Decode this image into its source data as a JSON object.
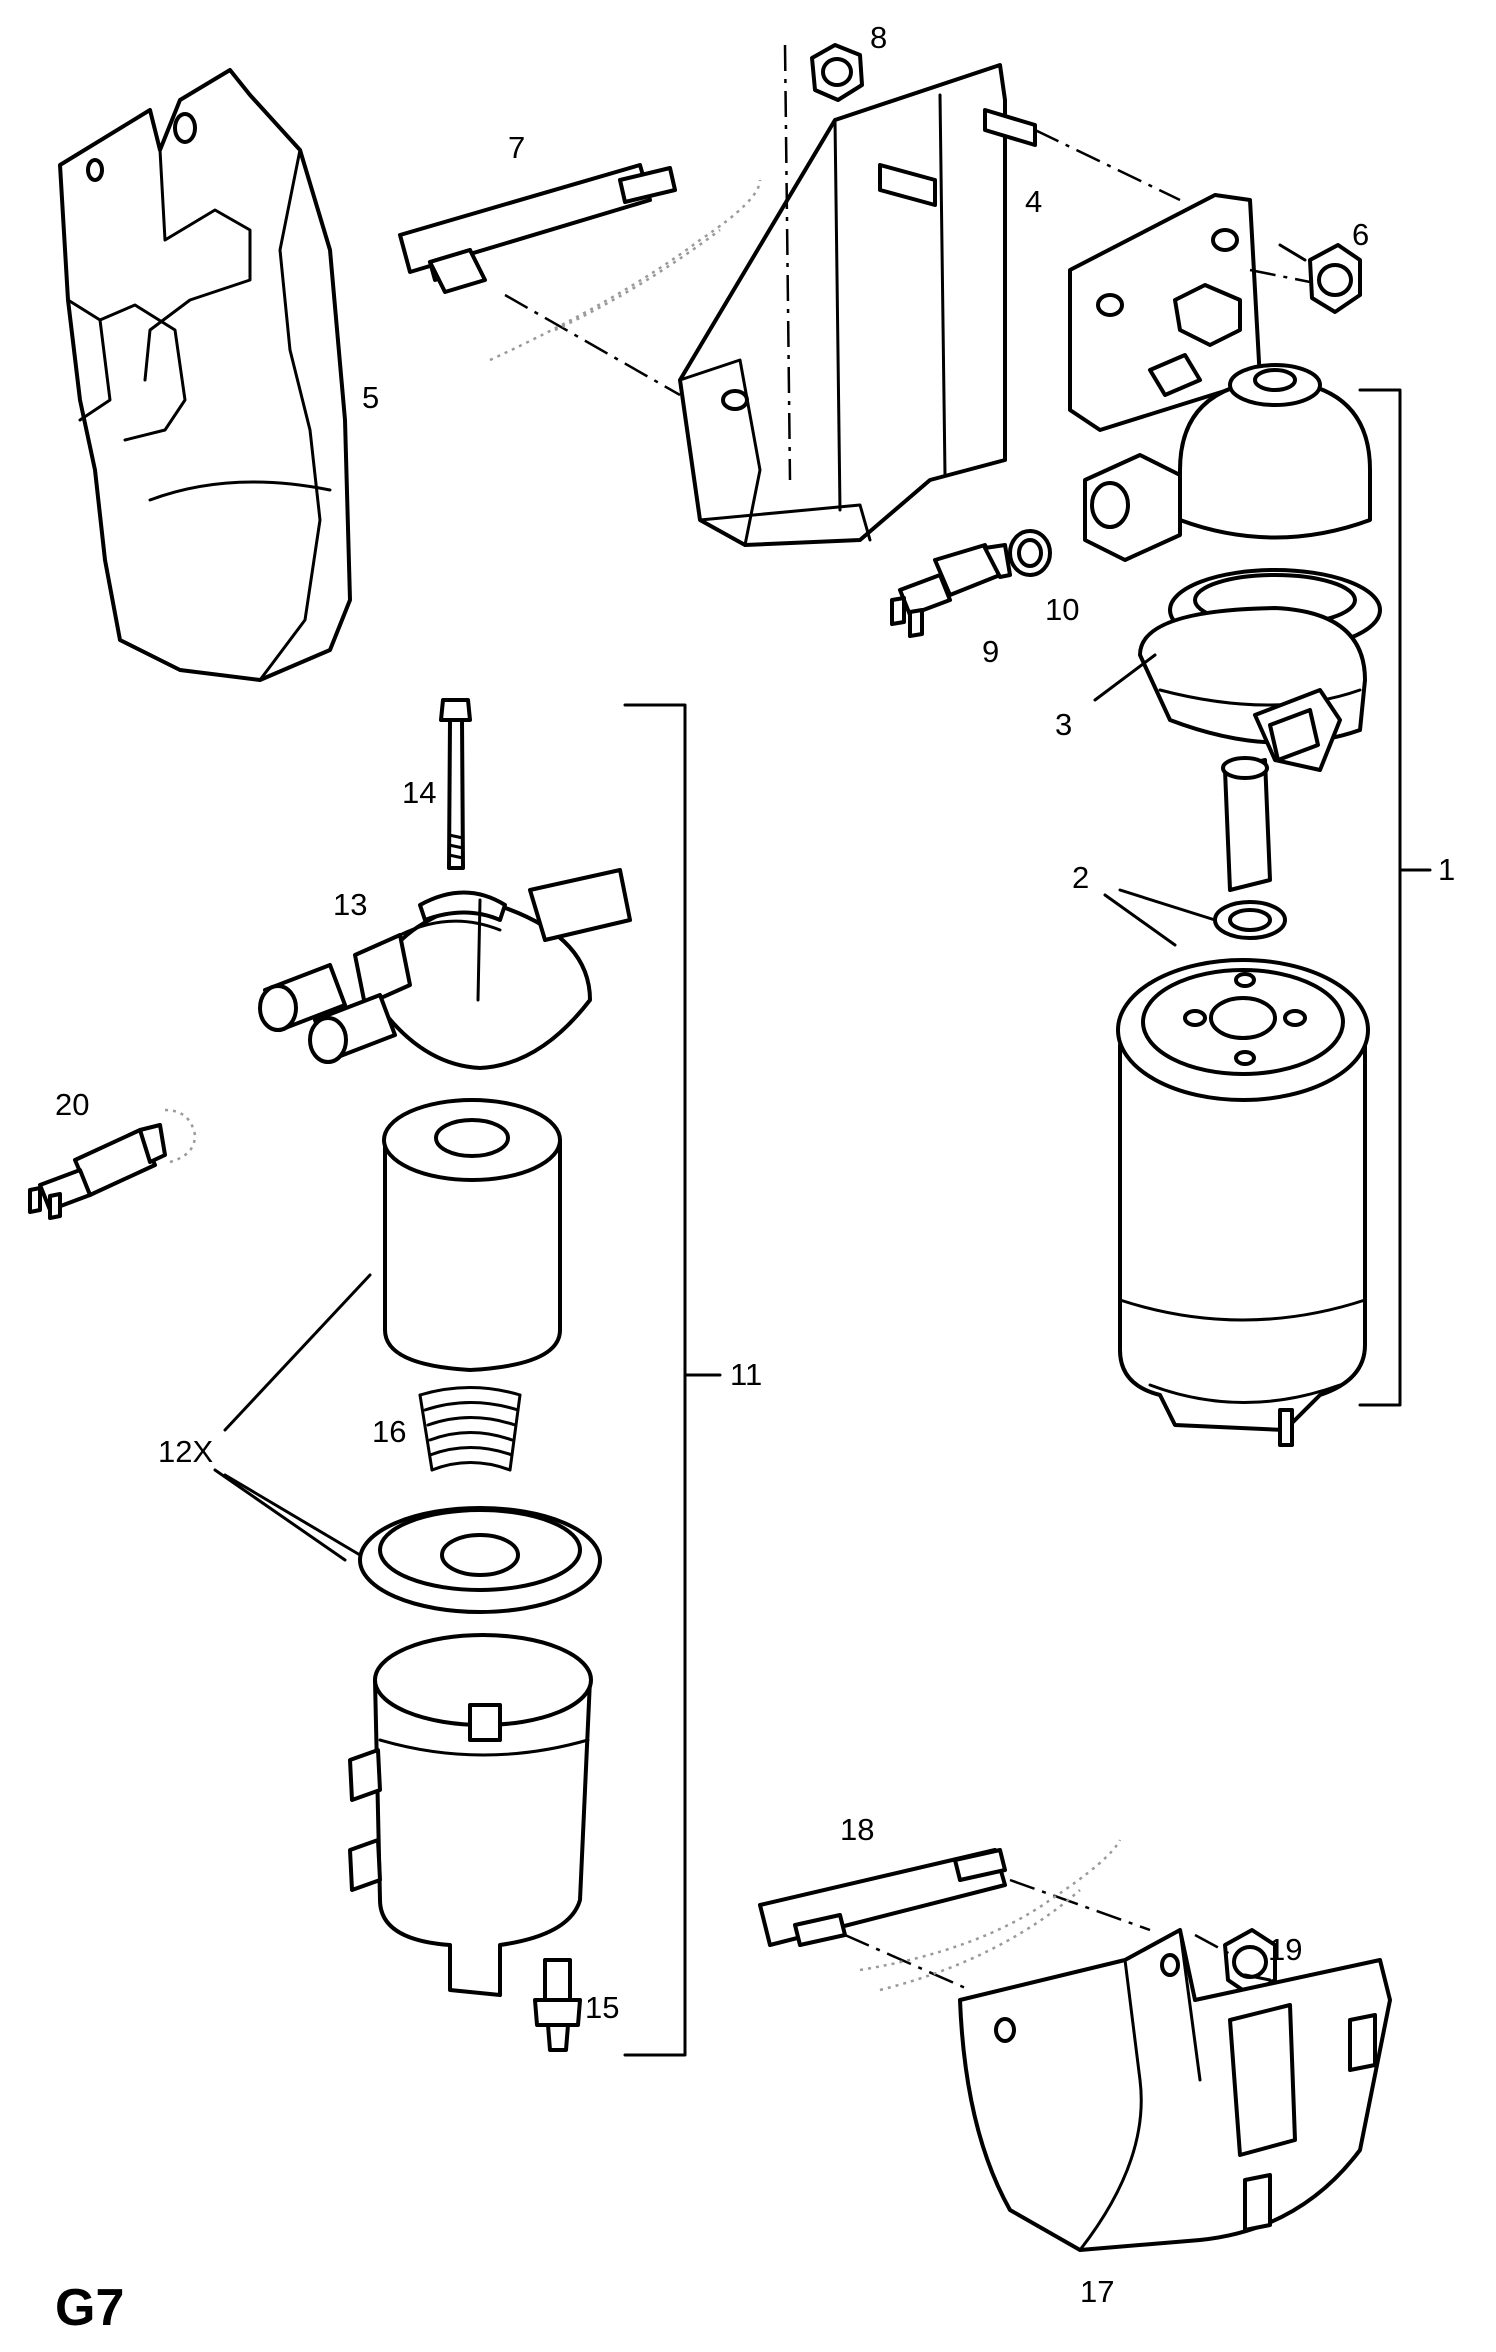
{
  "page_label": "G7",
  "callouts": {
    "c1": "1",
    "c2": "2",
    "c3": "3",
    "c4": "4",
    "c5": "5",
    "c6": "6",
    "c7": "7",
    "c8": "8",
    "c9": "9",
    "c10": "10",
    "c11": "11",
    "c12": "12X",
    "c13": "13",
    "c14": "14",
    "c15": "15",
    "c16": "16",
    "c17": "17",
    "c18": "18",
    "c19": "19",
    "c20": "20"
  }
}
